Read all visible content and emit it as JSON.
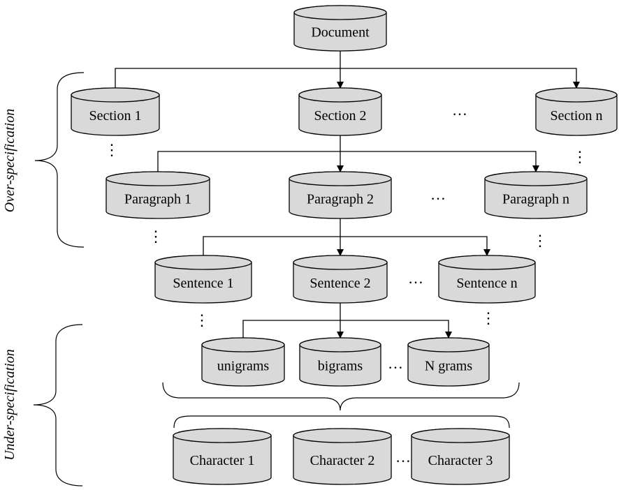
{
  "nodes": {
    "document": "Document",
    "section_1": "Section 1",
    "section_2": "Section 2",
    "section_n": "Section n",
    "paragraph_1": "Paragraph 1",
    "paragraph_2": "Paragraph 2",
    "paragraph_n": "Paragraph n",
    "sentence_1": "Sentence 1",
    "sentence_2": "Sentence 2",
    "sentence_n": "Sentence n",
    "unigrams": "unigrams",
    "bigrams": "bigrams",
    "n_grams": "N grams",
    "character_1": "Character 1",
    "character_2": "Character 2",
    "character_3": "Character 3"
  },
  "side_labels": {
    "over_specification": "Over-specification",
    "under_specification": "Under-specification"
  },
  "ellipsis_h": "…",
  "ellipsis_v": "⋮",
  "colors": {
    "cylinder_fill": "#d9d9d9",
    "stroke": "#000000"
  }
}
